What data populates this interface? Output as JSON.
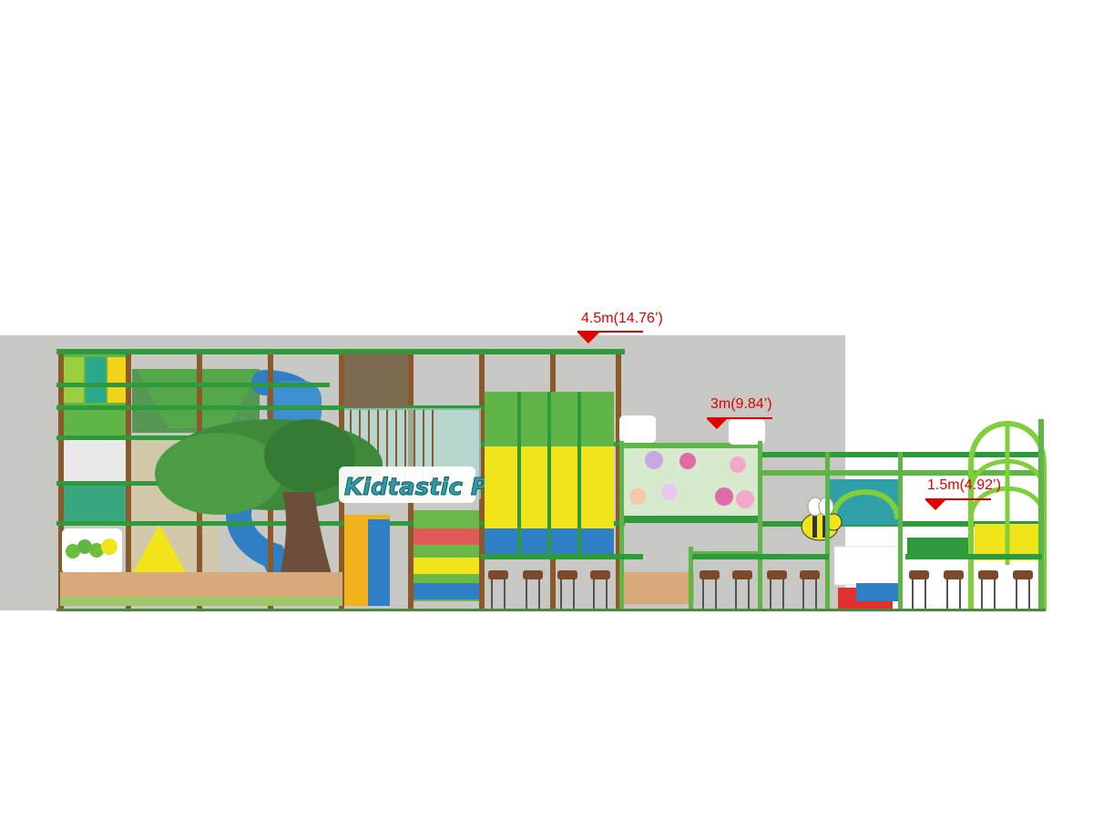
{
  "sign": {
    "text": "Kidtastic Park"
  },
  "height_markers": [
    {
      "label": "4.5m(14.76’)",
      "meters": 4.5,
      "feet": 14.76
    },
    {
      "label": "3m(9.84’)",
      "meters": 3.0,
      "feet": 9.84
    },
    {
      "label": "1.5m(4.92’)",
      "meters": 1.5,
      "feet": 4.92
    }
  ],
  "colors": {
    "marker": "#e00000",
    "wall": "#c7c7c4",
    "green_frame": "#2f9a3b",
    "wood_frame": "#8b5a2b",
    "yellow_slide": "#f2e41b",
    "blue_panel": "#2f7fc4",
    "tree_foliage": "#3e8a3a",
    "fence": "#d8a97a"
  },
  "icons": {
    "tree": "tree-icon",
    "bee": "bee-icon",
    "caterpillar": "caterpillar-icon",
    "slide": "tube-slide-icon"
  }
}
